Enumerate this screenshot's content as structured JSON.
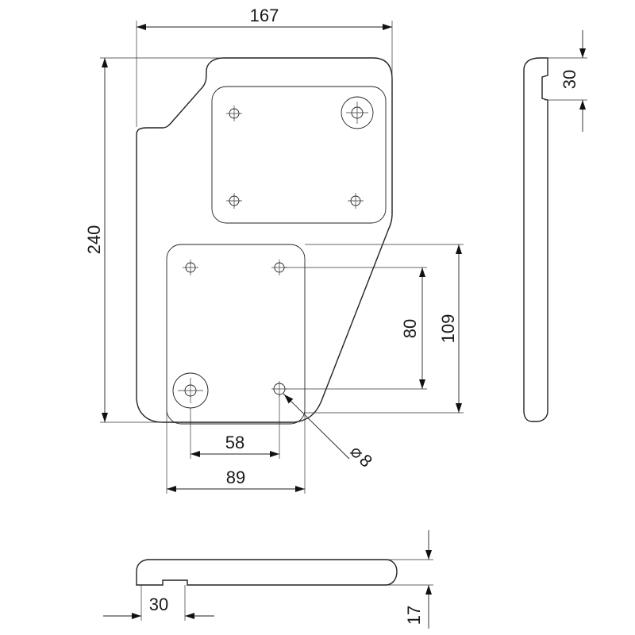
{
  "dimensions": {
    "width_overall": "167",
    "height_overall": "240",
    "inner_height_80": "80",
    "inner_height_109": "109",
    "hole_spacing_58": "58",
    "plate_width_89": "89",
    "hole_diameter": "8",
    "side_notch": "30",
    "bottom_notch": "30",
    "thickness": "17"
  },
  "symbols": {
    "diameter": "⌀"
  }
}
